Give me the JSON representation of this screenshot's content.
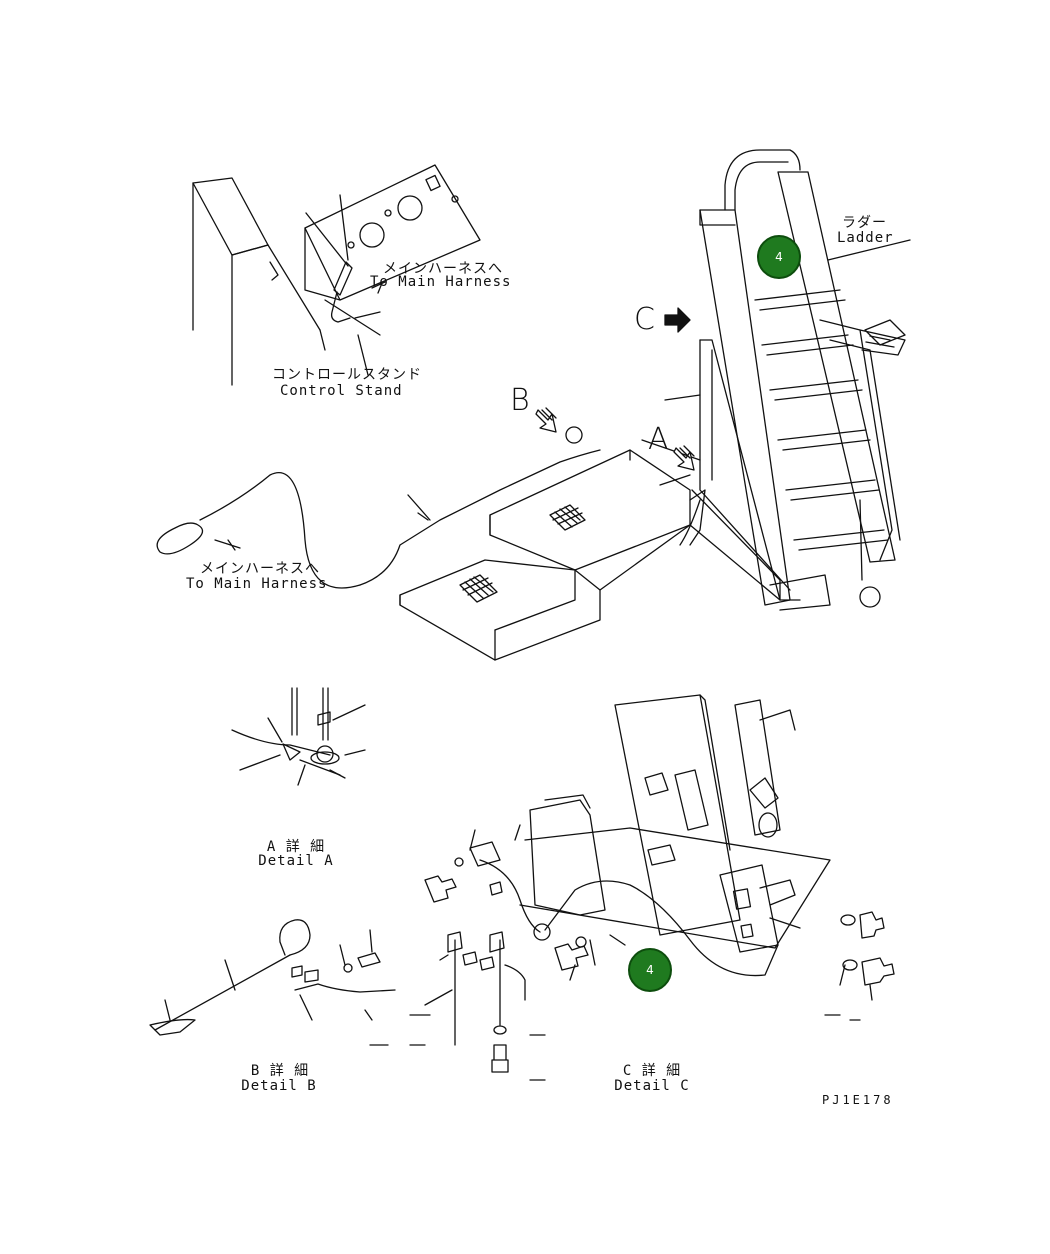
{
  "labels": {
    "main_harness_jp_top": "メインハーネスへ",
    "main_harness_en_top": "To Main Harness",
    "control_stand_jp": "コントロールスタンド",
    "control_stand_en": "Control Stand",
    "ladder_jp": "ラダー",
    "ladder_en": "Ladder",
    "main_harness_jp_left": "メインハーネスへ",
    "main_harness_en_left": "To Main Harness",
    "view_a": "A",
    "view_b": "B",
    "view_c": "C",
    "detail_a_jp": "A 詳 細",
    "detail_a_en": "Detail A",
    "detail_b_jp": "B 詳 細",
    "detail_b_en": "Detail B",
    "detail_c_jp": "C 詳 細",
    "detail_c_en": "Detail C",
    "drawing_code": "PJ1E178"
  },
  "callouts": [
    {
      "id": "callout-top",
      "text": "4"
    },
    {
      "id": "callout-detail-c",
      "text": "4"
    }
  ]
}
